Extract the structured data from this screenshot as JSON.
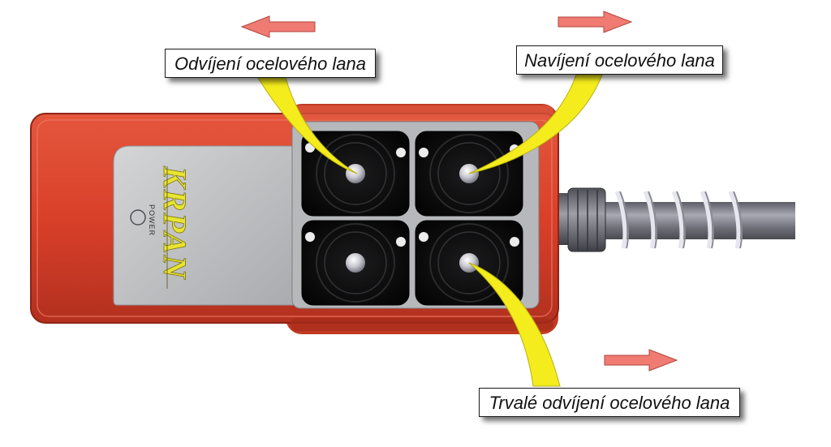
{
  "callouts": {
    "unwind": "Odvíjení ocelového lana",
    "wind": "Navíjení ocelového lana",
    "continuous_unwind": "Trvalé odvíjení ocelového lana"
  },
  "device": {
    "brand": "KRPAN",
    "indicator_label": "POWER",
    "buttons": [
      "top-left",
      "top-right",
      "bottom-left",
      "bottom-right"
    ]
  },
  "colors": {
    "housing": "#d9402a",
    "label_plate": "#b9bbbd",
    "brand_text": "#e8e430",
    "pointer": "#f4ec1c",
    "arrow": "#ef7b72",
    "button_pad": "#101010",
    "cable": "#7c7c86",
    "spring": "#d8d8e0"
  },
  "arrows": [
    "left",
    "right",
    "right"
  ]
}
